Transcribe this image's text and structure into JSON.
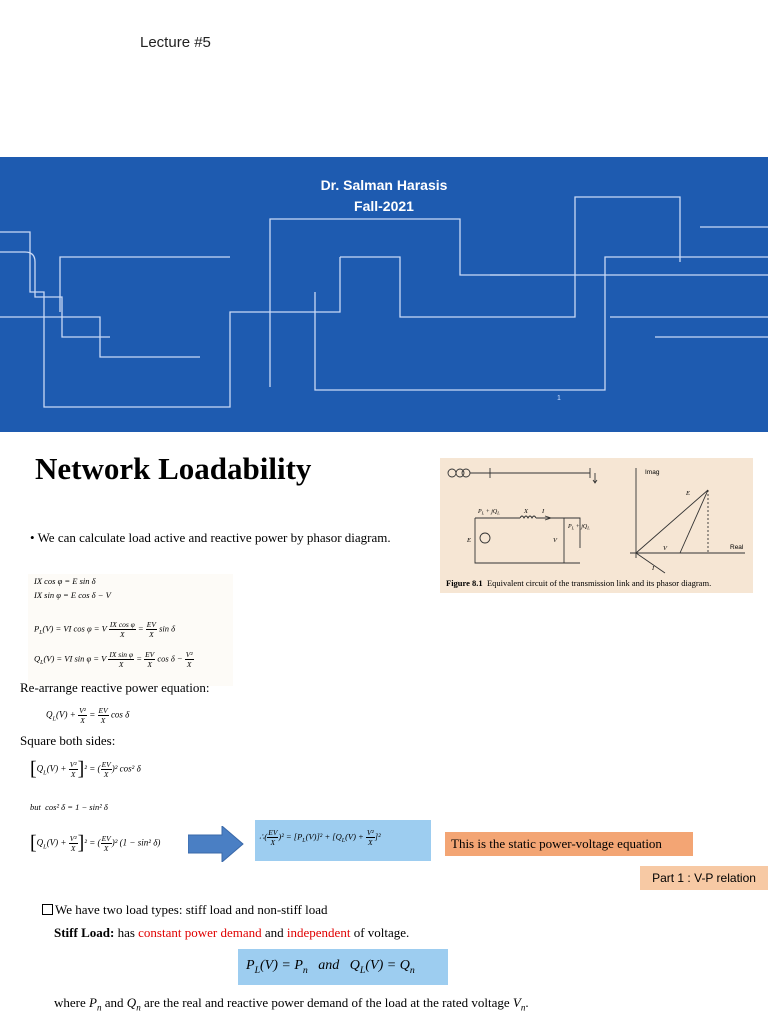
{
  "header": {
    "lecture": "Lecture #5"
  },
  "banner": {
    "author": "Dr. Salman Harasis",
    "term": "Fall-2021",
    "page": "1"
  },
  "slide": {
    "title": "Network Loadability",
    "bullet": "We can calculate load active and reactive power by phasor diagram.",
    "figure": {
      "label_imag": "Imag",
      "label_real": "Real",
      "label_E": "E",
      "label_V": "V",
      "label_I": "I",
      "label_X": "X",
      "label_load_sending": "P",
      "label_load": "P",
      "caption_bold": "Figure 8.1",
      "caption": "Equivalent circuit of the transmission link and its phasor diagram."
    },
    "rearrange": "Re-arrange reactive power equation:",
    "square": "Square both sides:",
    "but": "but",
    "static_note": "This is the static power-voltage equation",
    "part": "Part 1 : V-P relation",
    "load_types": "We have two load types: stiff load and non-stiff load",
    "stiff_label": "Stiff Load:",
    "stiff_has": "has",
    "stiff_constant": "constant power demand",
    "stiff_and": "and",
    "stiff_independent": "independent",
    "stiff_of": "of voltage.",
    "where_text": "where",
    "where_and": "and",
    "where_rest": "are the real and reactive power demand of the load at the rated voltage"
  }
}
